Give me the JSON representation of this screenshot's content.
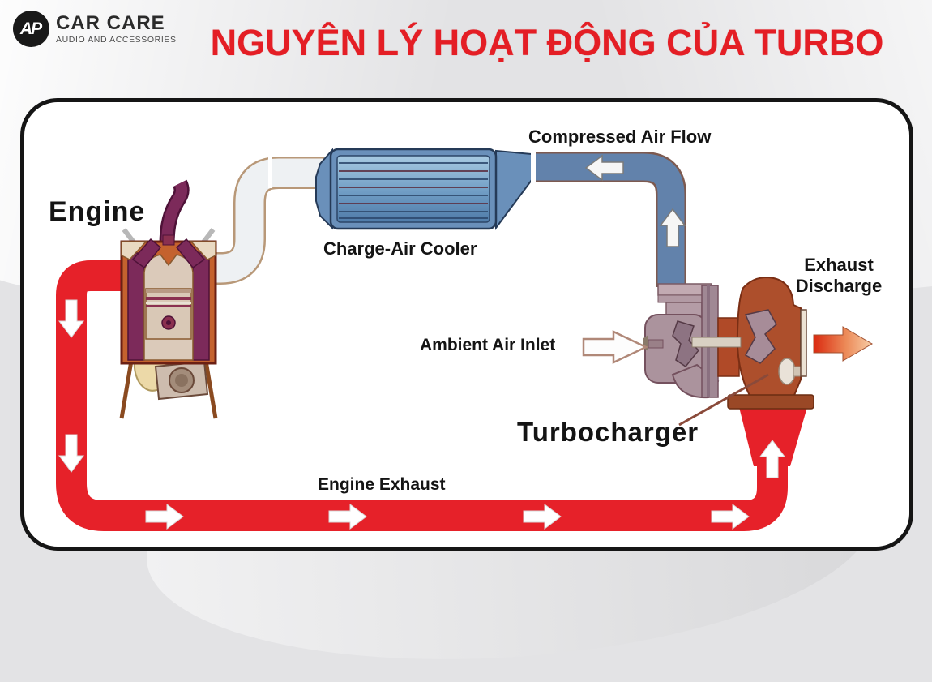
{
  "header": {
    "logo": {
      "monogram": "AP",
      "name": "CAR CARE",
      "tagline": "AUDIO AND ACCESSORIES"
    },
    "title": "NGUYÊN LÝ HOẠT ĐỘNG CỦA TURBO"
  },
  "diagram": {
    "labels": {
      "engine": "Engine",
      "charge_air_cooler": "Charge-Air Cooler",
      "compressed_air_flow": "Compressed Air Flow",
      "ambient_air_inlet": "Ambient Air Inlet",
      "turbocharger": "Turbocharger",
      "exhaust_discharge_line1": "Exhaust",
      "exhaust_discharge_line2": "Discharge",
      "engine_exhaust": "Engine Exhaust"
    },
    "colors": {
      "title_red": "#e41e25",
      "exhaust_pipe_red": "#e62129",
      "compressed_air_pipe_blue": "#6282ab",
      "intercooler_blue": "#76a3c8",
      "intake_pipe_white": "#eef1f3",
      "turbine_housing_rust": "#ad4f2c",
      "compressor_housing_mauve": "#ab939d",
      "panel_border_black": "#151515"
    }
  }
}
